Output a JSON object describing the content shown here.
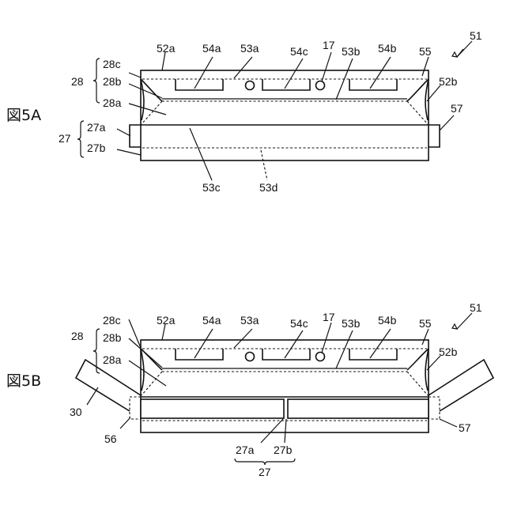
{
  "figures": [
    {
      "id": "5A",
      "caption": "図5A",
      "labels": {
        "ref51": "51",
        "l52a": "52a",
        "l54a": "54a",
        "l53a": "53a",
        "l54c": "54c",
        "l17": "17",
        "l53b": "53b",
        "l54b": "54b",
        "l55": "55",
        "l52b": "52b",
        "l57": "57",
        "l28": "28",
        "l28c": "28c",
        "l28b": "28b",
        "l28a": "28a",
        "l27": "27",
        "l27a": "27a",
        "l27b": "27b",
        "l53c": "53c",
        "l53d": "53d"
      }
    },
    {
      "id": "5B",
      "caption": "図5B",
      "labels": {
        "ref51": "51",
        "l52a": "52a",
        "l54a": "54a",
        "l53a": "53a",
        "l54c": "54c",
        "l17": "17",
        "l53b": "53b",
        "l54b": "54b",
        "l55": "55",
        "l52b": "52b",
        "l57": "57",
        "l28": "28",
        "l28c": "28c",
        "l28b": "28b",
        "l28a": "28a",
        "l30": "30",
        "l56": "56",
        "l27a": "27a",
        "l27b": "27b",
        "l27": "27"
      }
    }
  ]
}
